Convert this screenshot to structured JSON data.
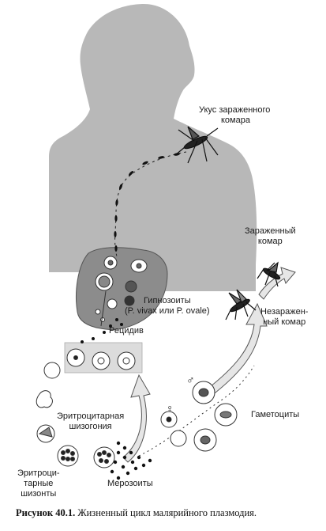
{
  "labels": {
    "bite_line1": "Укус зараженного",
    "bite_line2": "комара",
    "infected_line1": "Зараженный",
    "infected_line2": "комар",
    "uninfected_line1": "Незаражен-",
    "uninfected_line2": "ный комар",
    "hypnozoites_line1": "Гипнозоиты",
    "hypnozoites_line2": "(P. vivax или P. ovale)",
    "relapse": "Рецидив",
    "erythro_schizogony_line1": "Эритроцитарная",
    "erythro_schizogony_line2": "шизогония",
    "gametocytes": "Гаметоциты",
    "erythro_schizonts_line1": "Эритроци-",
    "erythro_schizonts_line2": "тарные",
    "erythro_schizonts_line3": "шизонты",
    "merozoites": "Мерозоиты",
    "male_symbol": "♂",
    "female_symbol": "♀"
  },
  "caption": {
    "number": "Рисунок 40.1.",
    "text": "Жизненный цикл малярийного плазмодия."
  },
  "colors": {
    "silhouette": "#b8b8b8",
    "liver": "#8c8c8c",
    "arrow": "#e6e6e6",
    "cell": "#ffffff",
    "stroke": "#333333"
  }
}
